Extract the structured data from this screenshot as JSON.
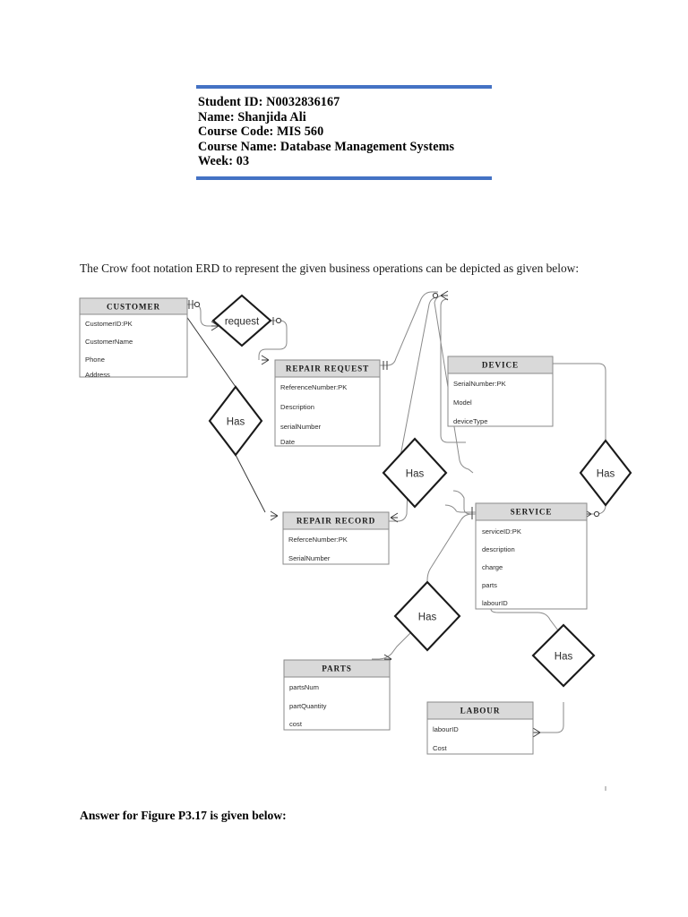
{
  "document": {
    "header": {
      "rule_color": "#4472C4",
      "lines": [
        "Student ID: N0032836167",
        "Name: Shanjida Ali",
        "Course Code: MIS 560",
        "Course Name: Database Management Systems",
        "Week: 03"
      ]
    },
    "intro_paragraph": "The Crow foot notation ERD to represent the given business operations can be depicted as given below:",
    "answer_paragraph": "Answer for Figure P3.17 is given below:"
  },
  "diagram": {
    "entity_header_fill": "#d9d9d9",
    "entity_border": "#8a8a8a",
    "entities": [
      {
        "id": "customer",
        "title": "CUSTOMER",
        "attributes": [
          "CustomerID:PK",
          "CustomerName",
          "Phone",
          "Address"
        ]
      },
      {
        "id": "repair-request",
        "title": "REPAIR REQUEST",
        "attributes": [
          "ReferenceNumber:PK",
          "Description",
          "serialNumber",
          "Date"
        ]
      },
      {
        "id": "device",
        "title": "DEVICE",
        "attributes": [
          "SerialNumber:PK",
          "Model",
          "deviceType"
        ]
      },
      {
        "id": "repair-record",
        "title": "REPAIR RECORD",
        "attributes": [
          "ReferceNumber:PK",
          "SerialNumber"
        ]
      },
      {
        "id": "service",
        "title": "SERVICE",
        "attributes": [
          "serviceID:PK",
          "description",
          "charge",
          "parts",
          "labourID"
        ]
      },
      {
        "id": "parts",
        "title": "PARTS",
        "attributes": [
          "partsNum",
          "partQuantity",
          "cost"
        ]
      },
      {
        "id": "labour",
        "title": "LABOUR",
        "attributes": [
          "labourID",
          "Cost"
        ]
      }
    ],
    "relationships": [
      {
        "id": "request",
        "label": "request"
      },
      {
        "id": "has-customer-repairrecord",
        "label": "Has"
      },
      {
        "id": "has-device-service",
        "label": "Has"
      },
      {
        "id": "has-device-right",
        "label": "Has"
      },
      {
        "id": "has-parts-service",
        "label": "Has"
      },
      {
        "id": "has-labour-service",
        "label": "Has"
      }
    ]
  }
}
